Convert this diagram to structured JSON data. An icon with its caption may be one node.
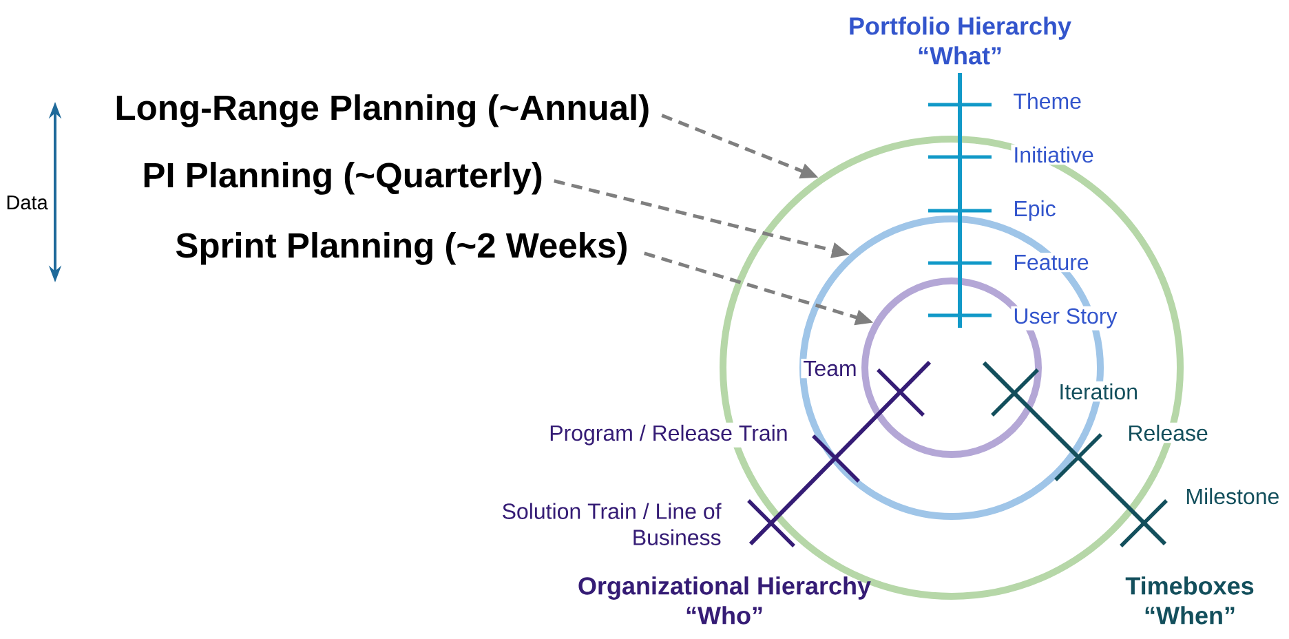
{
  "diagram": {
    "nodes": [
      {
        "text": [
          "Long-Range Planning (~Annual)"
        ]
      },
      {
        "text": [
          "PI Planning (~Quarterly)"
        ]
      },
      {
        "text": [
          "Sprint Planning (~2 Weeks)"
        ]
      },
      {
        "text": [],
        "shape": "circle"
      },
      {
        "text": [],
        "shape": "circle",
        "in": 3
      },
      {
        "text": [],
        "shape": "circle",
        "in": 4
      }
    ],
    "edges": [
      {
        "from": 0,
        "to": 3,
        "arrow": "to",
        "style": "dashed"
      },
      {
        "from": 1,
        "to": 4,
        "arrow": "to",
        "style": "dashed"
      },
      {
        "from": 2,
        "to": 5,
        "arrow": "to",
        "style": "dashed"
      }
    ],
    "labels": [
      "Portfolio Hierarchy “What”",
      "Theme",
      "Initiative",
      "Epic",
      "Feature",
      "User Story",
      "Data",
      "Team",
      "Iteration",
      "Program / Release Train",
      "Release",
      "Solution Train / Line of Business",
      "Milestone",
      "Organizational Hierarchy “Who”",
      "Timeboxes “When”"
    ]
  }
}
